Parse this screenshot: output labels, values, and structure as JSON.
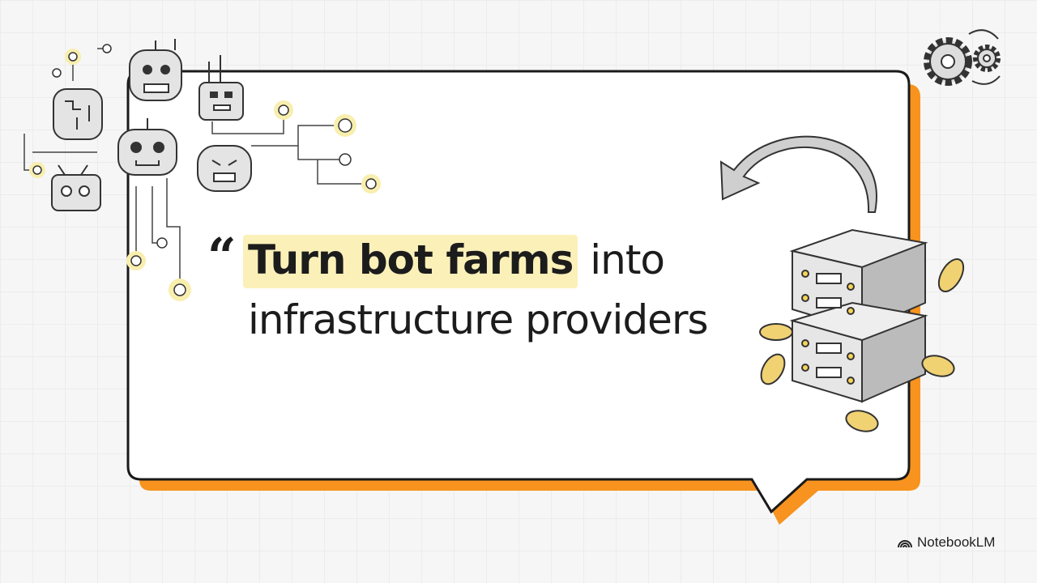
{
  "slide": {
    "quote_mark": "“",
    "headline_highlight": "Turn bot farms",
    "headline_rest": "into",
    "headline_line2": "infrastructure providers"
  },
  "brand": {
    "name": "NotebookLM",
    "icon": "notebooklm-logo-icon"
  },
  "colors": {
    "accent_orange": "#f7931e",
    "highlight": "#fbf0b8",
    "glow": "#f6e27a"
  }
}
